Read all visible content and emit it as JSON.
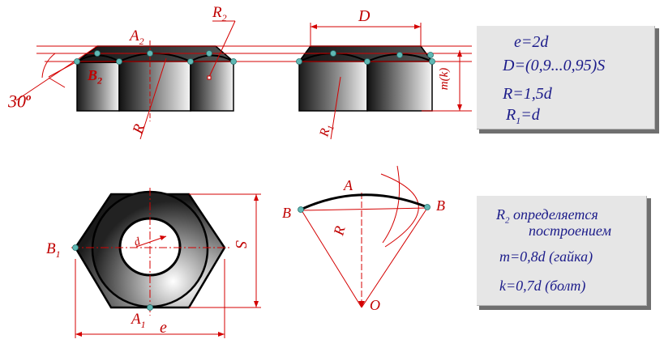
{
  "labels": {
    "A2": "A",
    "A2_sub": "2",
    "R2": "R",
    "R2_sub": "2",
    "D": "D",
    "B2": "B",
    "B2_sub": "2",
    "angle": "30",
    "angle_unit": "o",
    "R_top": "R",
    "R1": "R",
    "R1_sub": "1",
    "mk": "m(k)",
    "B1": "B",
    "B1_sub": "1",
    "A1": "A",
    "A1_sub": "1",
    "e": "e",
    "S": "S",
    "d": "d",
    "A_arc": "A",
    "B_left": "B",
    "B_right": "B",
    "R_arc": "R",
    "O": "O"
  },
  "panel_formulas": {
    "line1": "e=2d",
    "line2": "D=(0,9...0,95)S",
    "line3": "R=1,5d",
    "line4a": "R",
    "line4_sub": "1",
    "line4b": "=d"
  },
  "panel_notes": {
    "line1a": "R",
    "line1_sub": "2",
    "line1b": " определяется",
    "line2": "построением",
    "line3": "m=0,8d (гайка)",
    "line4": "k=0,7d (болт)"
  },
  "colors": {
    "construction_line": "#d40000",
    "label": "#c00000",
    "panel_text": "#1c1c8a",
    "panel_bg": "#e6e6e6",
    "point_marker": "#5fb8b4"
  }
}
